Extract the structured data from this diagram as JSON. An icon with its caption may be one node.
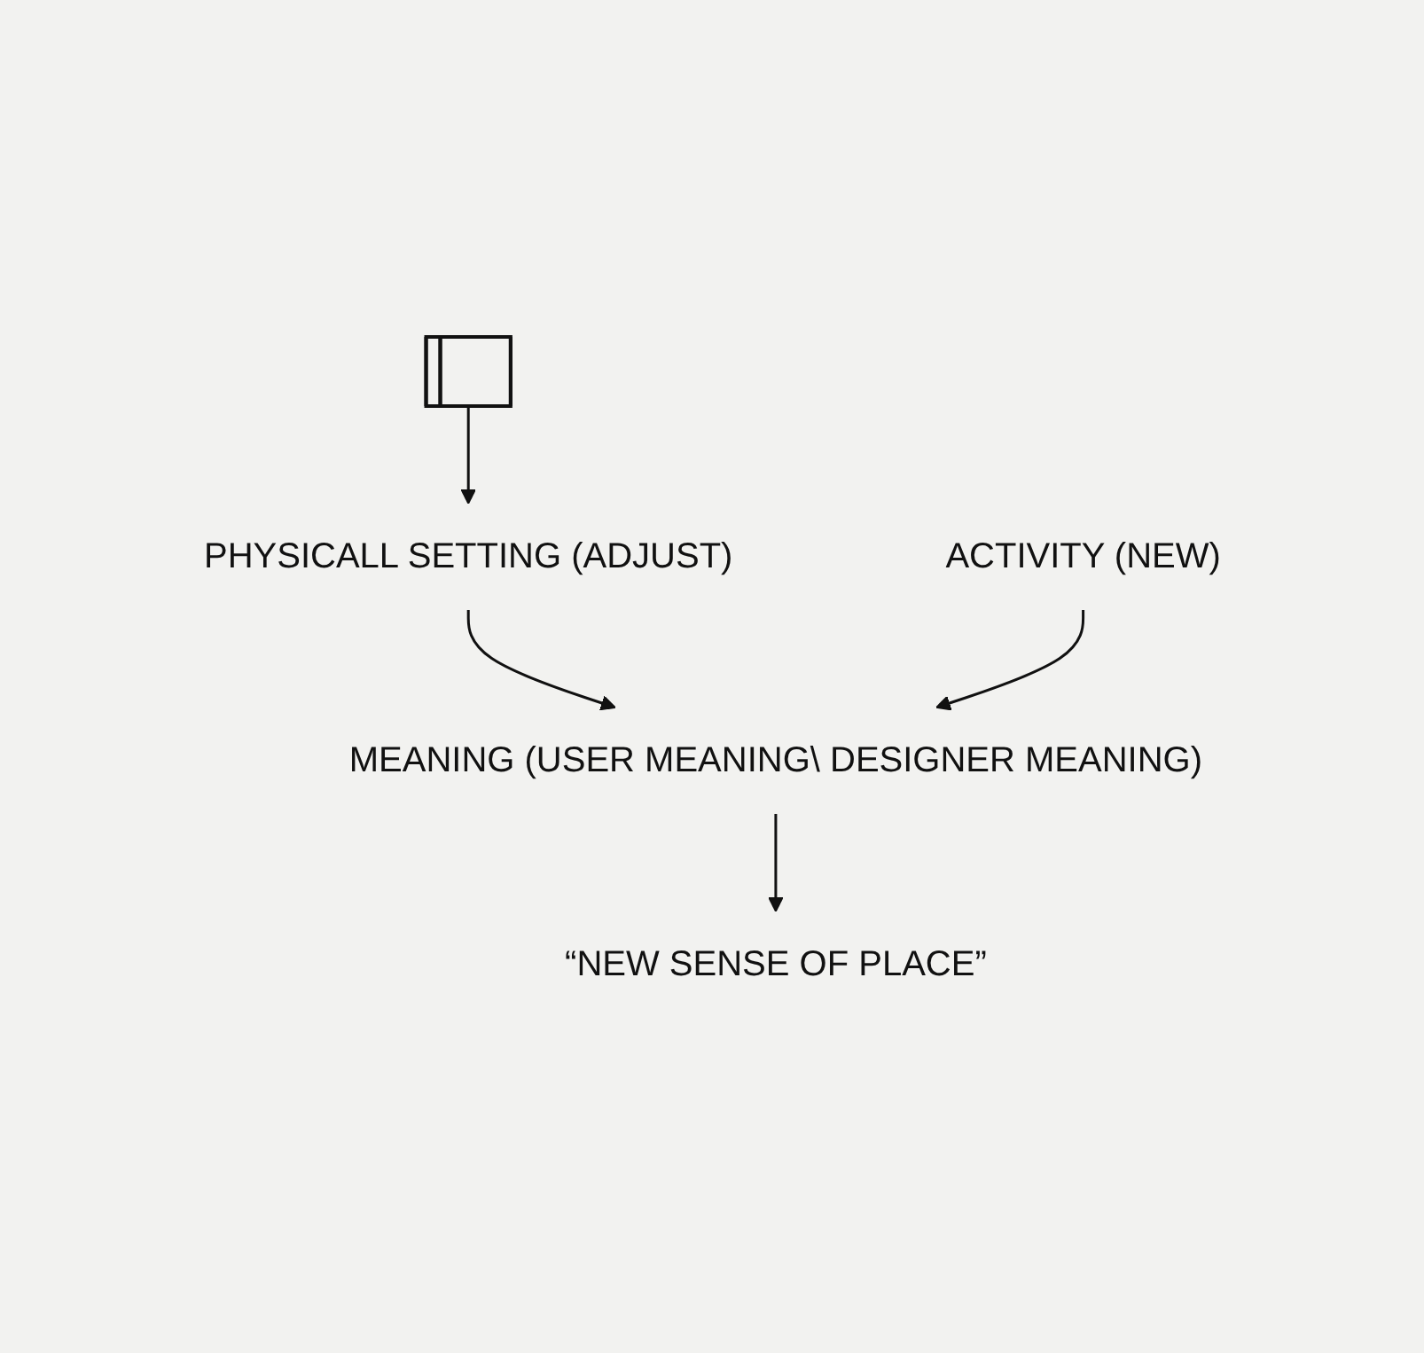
{
  "diagram": {
    "nodes": [
      {
        "text": [],
        "shape": "bar"
      },
      {
        "text": [
          "PHYSICALL SETTING (ADJUST)"
        ]
      },
      {
        "text": [
          "ACTIVITY (NEW)"
        ]
      },
      {
        "text": [
          "MEANING (USER MEANING\\ DESIGNER MEANING)"
        ]
      },
      {
        "text": [
          "“NEW SENSE OF PLACE”"
        ]
      }
    ],
    "edges": [
      {
        "from": 0,
        "to": 1,
        "arrow": "to"
      },
      {
        "from": 1,
        "to": 3,
        "arrow": "to"
      },
      {
        "from": 2,
        "to": 3,
        "arrow": "to"
      },
      {
        "from": 3,
        "to": 4,
        "arrow": "to"
      }
    ]
  }
}
